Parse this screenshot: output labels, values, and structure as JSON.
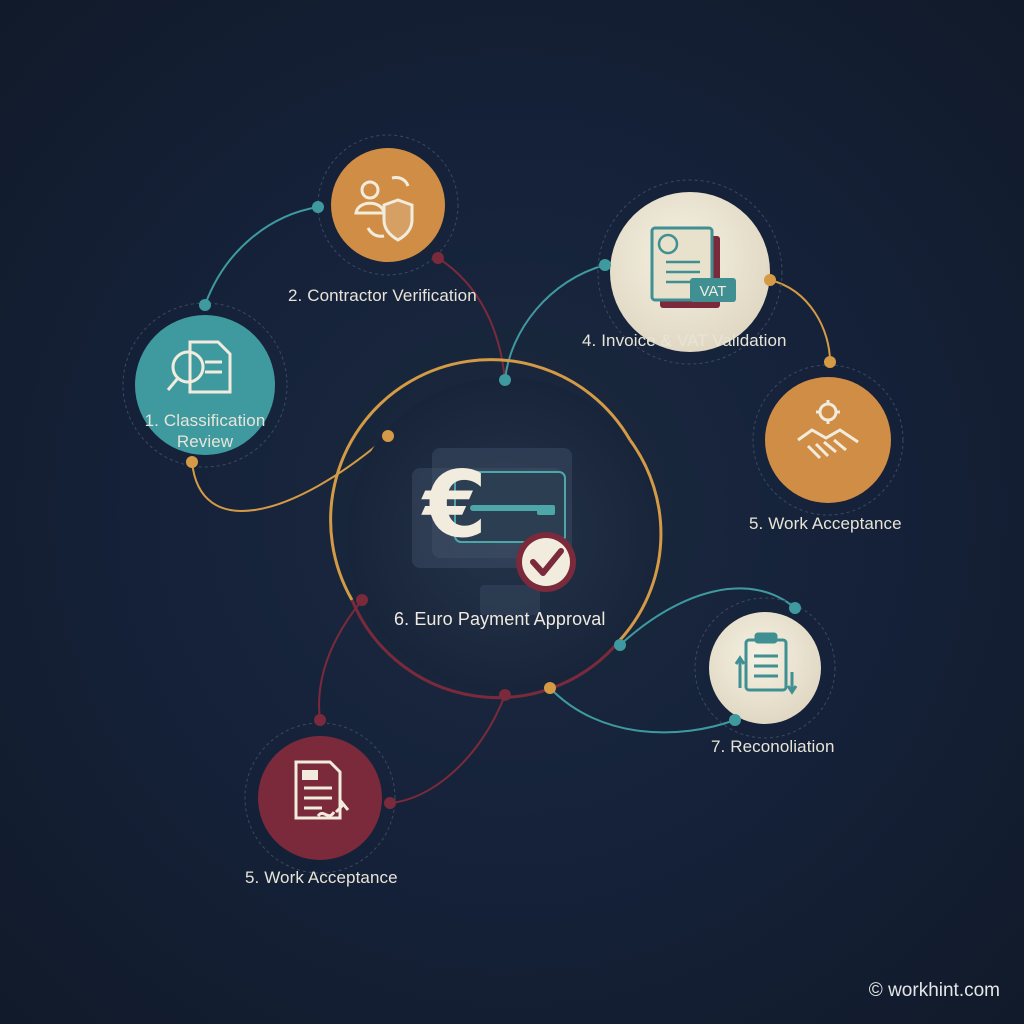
{
  "steps": [
    {
      "id": "classification",
      "label_line1": "1. Classification",
      "label_line2": "Review",
      "color": "#3f9aa0",
      "icon": "magnifier-document-icon"
    },
    {
      "id": "contractor",
      "label": "2. Contractor Verification",
      "color": "#d08d45",
      "icon": "person-shield-icon"
    },
    {
      "id": "invoice",
      "label": "4. Invoice & VAT Validation",
      "color": "#ece5d2",
      "icon": "invoice-vat-icon",
      "badge": "VAT"
    },
    {
      "id": "work-acceptance-right",
      "label": "5. Work Acceptance",
      "color": "#d08d45",
      "icon": "handshake-gear-icon"
    },
    {
      "id": "center",
      "label": "6. Euro Payment Approval",
      "icon": "euro-check-icon",
      "symbol": "€"
    },
    {
      "id": "reconciliation",
      "label": "7. Reconoliation",
      "color": "#ece5d2",
      "icon": "clipboard-checklist-icon"
    },
    {
      "id": "work-acceptance-left",
      "label": "5. Work Acceptance",
      "color": "#7a2a3a",
      "icon": "document-signature-icon"
    }
  ],
  "colors": {
    "background": "#142032",
    "teal": "#3f9aa0",
    "orange": "#d08d45",
    "cream": "#ece5d2",
    "maroon": "#7a2a3a",
    "ring": "#d49a45"
  },
  "watermark": "© workhint.com"
}
